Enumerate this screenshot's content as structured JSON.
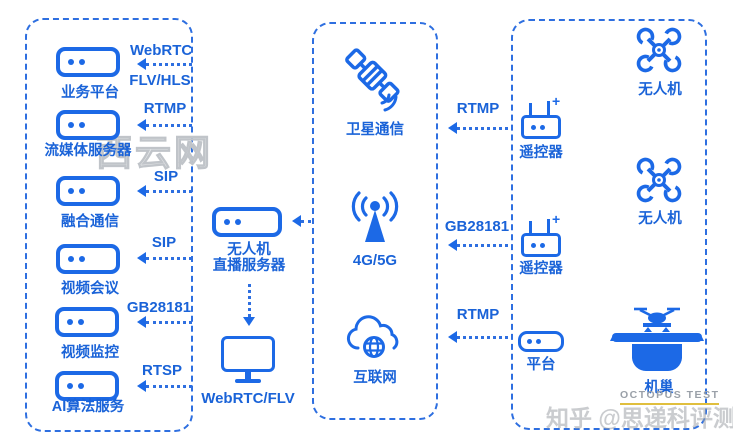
{
  "colors": {
    "primary_blue": "#1c69e6",
    "dashed_border_blue": "#2e6fe0",
    "label_blue": "#1a63d8",
    "watermark_gray": "#9aa0a8",
    "watermark_underline_yellow": "#e0bf3e"
  },
  "left_panel": {
    "rows": [
      {
        "label": "业务平台",
        "protocol_top": "WebRTC",
        "protocol_bottom": "FLV/HLS",
        "icon": "server-icon"
      },
      {
        "label": "流媒体服务器",
        "protocol": "RTMP",
        "icon": "server-icon"
      },
      {
        "label": "融合通信",
        "protocol": "SIP",
        "icon": "server-icon"
      },
      {
        "label": "视频会议",
        "protocol": "SIP",
        "icon": "server-icon"
      },
      {
        "label": "视频监控",
        "protocol": "GB28181",
        "icon": "server-icon"
      },
      {
        "label": "AI算法服务",
        "protocol": "RTSP",
        "icon": "server-icon"
      }
    ]
  },
  "center": {
    "server_label_line1": "无人机",
    "server_label_line2": "直播服务器",
    "server_icon": "drone-server-icon",
    "client_label": "WebRTC/FLV",
    "client_icon": "monitor-icon"
  },
  "network_panel": {
    "items": [
      {
        "label": "卫星通信",
        "icon": "satellite-icon"
      },
      {
        "label": "4G/5G",
        "icon": "cellular-antenna-icon"
      },
      {
        "label": "互联网",
        "icon": "cloud-globe-icon"
      }
    ]
  },
  "links": {
    "satellite_protocol": "RTMP",
    "cellular_protocol": "GB28181",
    "internet_protocol": "RTMP"
  },
  "device_panel": {
    "controllers": [
      {
        "label": "遥控器",
        "icon": "remote-controller-icon"
      },
      {
        "label": "遥控器",
        "icon": "remote-controller-icon"
      },
      {
        "label": "平台",
        "icon": "platform-server-icon"
      }
    ],
    "drones": [
      {
        "label": "无人机",
        "icon": "drone-icon"
      },
      {
        "label": "无人机",
        "icon": "drone-icon"
      },
      {
        "label": "机巢",
        "icon": "drone-nest-icon"
      }
    ]
  },
  "watermarks": {
    "outline_text": "西云网",
    "octopus_text": "OCTOPUS TEST",
    "zhihu_text": "知乎 @思递科评测"
  }
}
